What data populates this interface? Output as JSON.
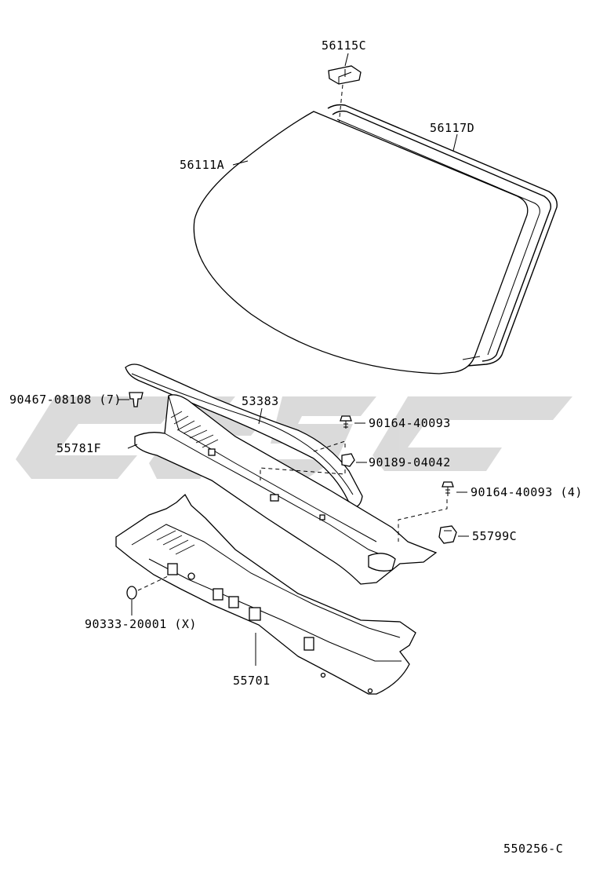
{
  "watermark": {
    "text": "ctsc",
    "color": "#d9d9d9"
  },
  "ref_code": "550256-C",
  "parts": {
    "moulding_clip": "56115C",
    "windshield_moulding": "56117D",
    "windshield_glass": "56111A",
    "grommet_clip": "90467-08108 (7)",
    "seal": "53383",
    "panel_cowl_top": "55781F",
    "screw_upper": "90164-40093",
    "nut_clip": "90189-04042",
    "screw_lower": "90164-40093 (4)",
    "clip": "55799C",
    "plug": "90333-20001 (X)",
    "cowl_panel": "55701"
  }
}
